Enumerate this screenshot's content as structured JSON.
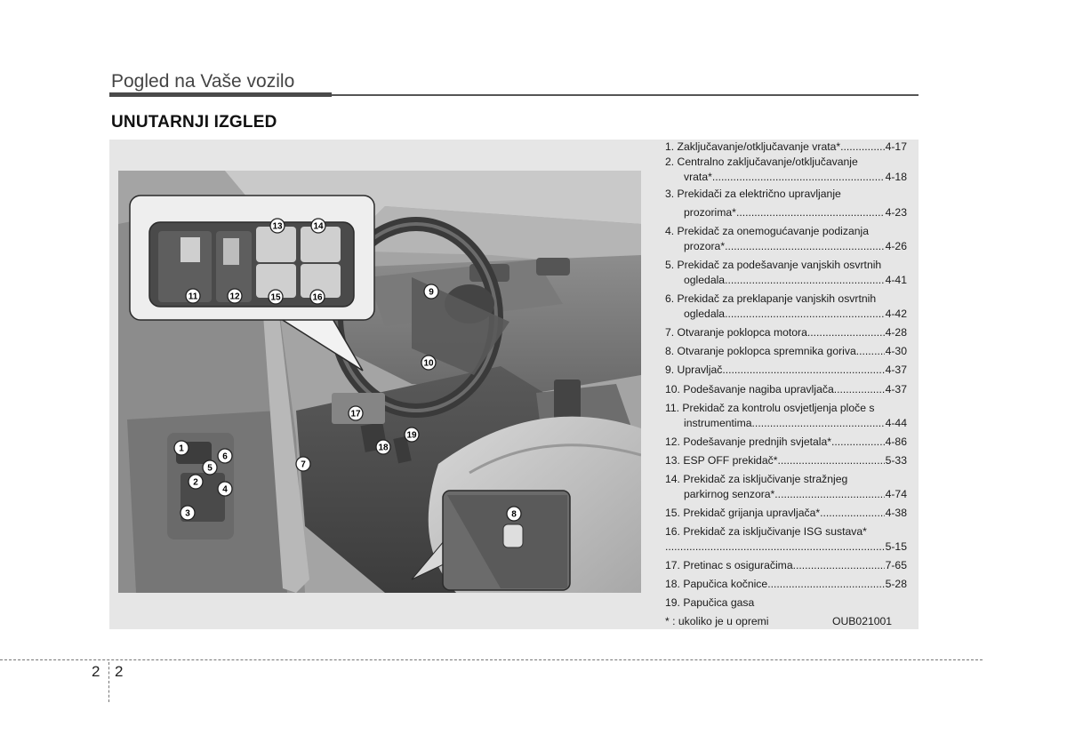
{
  "header": {
    "title": "Pogled na Vaše vozilo"
  },
  "section": {
    "title": "UNUTARNJI IZGLED"
  },
  "figure": {
    "callouts": [
      "1",
      "2",
      "3",
      "4",
      "5",
      "6",
      "7",
      "8",
      "9",
      "10",
      "11",
      "12",
      "13",
      "14",
      "15",
      "16",
      "17",
      "18",
      "19"
    ]
  },
  "legend": {
    "items": [
      {
        "line1": "1. Zaključavanje/otključavanje vrata*",
        "page": "4-17"
      },
      {
        "line1": "2. Centralno zaključavanje/otključavanje",
        "line2": "vrata*",
        "page": "4-18"
      },
      {
        "line1": "3. Prekidači za električno upravljanje",
        "line2": "prozorima*",
        "page": "4-23"
      },
      {
        "line1": "4. Prekidač za onemogućavanje podizanja",
        "line2": "prozora*",
        "page": "4-26"
      },
      {
        "line1": "5. Prekidač za podešavanje vanjskih osvrtnih",
        "line2": "ogledala",
        "page": "4-41"
      },
      {
        "line1": "6. Prekidač za preklapanje vanjskih osvrtnih",
        "line2": "ogledala",
        "page": "4-42"
      },
      {
        "line1": "7. Otvaranje poklopca motora",
        "page": "4-28"
      },
      {
        "line1": "8. Otvaranje poklopca spremnika goriva",
        "page": "4-30"
      },
      {
        "line1": "9. Upravljač",
        "page": "4-37"
      },
      {
        "line1": "10. Podešavanje nagiba upravljača",
        "page": "4-37"
      },
      {
        "line1": "11. Prekidač za kontrolu osvjetljenja ploče s",
        "line2": "instrumentima",
        "page": "4-44"
      },
      {
        "line1": "12. Podešavanje prednjih svjetala*",
        "page": "4-86"
      },
      {
        "line1": "13. ESP OFF prekidač*",
        "page": "5-33"
      },
      {
        "line1": "14. Prekidač za isključivanje stražnjeg",
        "line2": "parkirnog senzora*",
        "page": "4-74"
      },
      {
        "line1": "15. Prekidač grijanja upravljača*",
        "page": "4-38"
      },
      {
        "line1": "16. Prekidač za isključivanje ISG sustava*",
        "line2": "",
        "page": "5-15"
      },
      {
        "line1": "17. Pretinac s osiguračima",
        "page": "7-65"
      },
      {
        "line1": "18. Papučica kočnice",
        "page": "5-28"
      },
      {
        "line1": "19. Papučica gasa",
        "page": ""
      }
    ],
    "footnote": "* : ukoliko je u opremi",
    "code": "OUB021001"
  },
  "page_number": {
    "chapter": "2",
    "page": "2"
  }
}
